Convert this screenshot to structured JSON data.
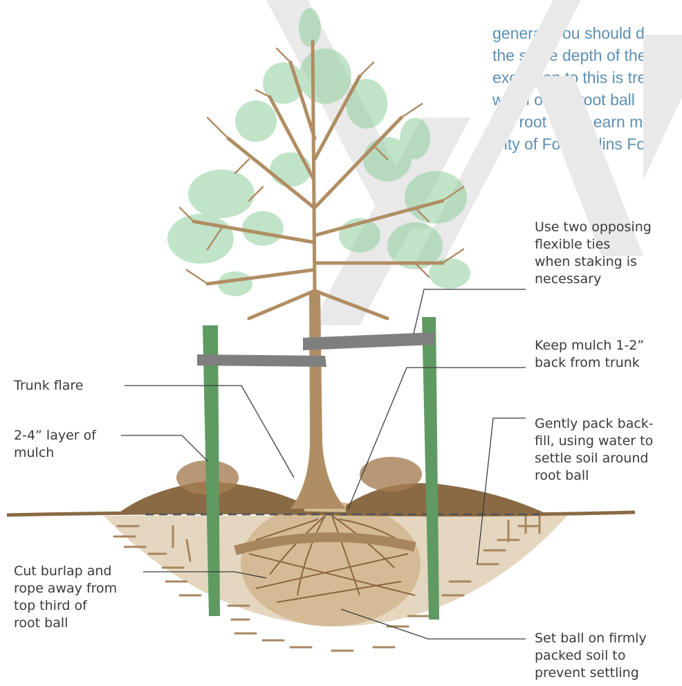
{
  "background_text": {
    "lines": [
      "",
      "general, you should d",
      "the same depth of the",
      "exception to this is tre",
      "width of the root ball",
      "the root ball.  Learn m",
      "City of Fort Collins Fo"
    ],
    "color": "#5d8fb3"
  },
  "callouts": {
    "ties": [
      "Use two opposing",
      "flexible ties",
      "when staking is",
      "necessary"
    ],
    "mulch_back": [
      "Keep mulch 1-2”",
      "back from trunk"
    ],
    "backfill": [
      "Gently pack back-",
      "fill, using water to",
      "settle soil around",
      "root ball"
    ],
    "set_ball": [
      "Set ball on firmly",
      "packed soil to",
      "prevent settling"
    ],
    "trunk_flare": [
      "Trunk flare"
    ],
    "mulch_layer": [
      "2-4” layer of",
      "mulch"
    ],
    "burlap": [
      "Cut burlap and",
      "rope away from",
      "top third of",
      "root ball"
    ]
  },
  "colors": {
    "trunk": "#b08d63",
    "foliage": "#8fcf9e",
    "stake": "#5f9a63",
    "tie": "#7f7f7f",
    "mulch": "#8a6a44",
    "soil": "#d9c4a5",
    "root": "#8b6542"
  }
}
